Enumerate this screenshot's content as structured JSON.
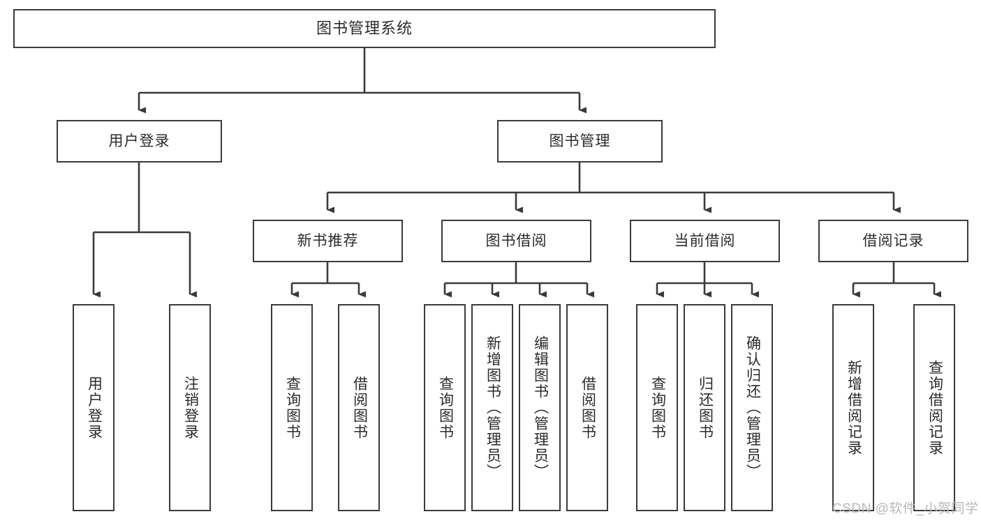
{
  "diagram": {
    "title": "图书管理系统",
    "type": "tree-structure-chart",
    "colors": {
      "box_border": "#3a3a3a",
      "box_fill": "#ffffff",
      "connector": "#3a3a3a",
      "text": "#2b2b2b",
      "watermark": "#b9b9b9"
    },
    "levels": {
      "root": {
        "label": "图书管理系统"
      },
      "level2": [
        {
          "id": "user-login",
          "label": "用户登录"
        },
        {
          "id": "book-management",
          "label": "图书管理"
        }
      ],
      "level3": [
        {
          "id": "new-book-recommend",
          "label": "新书推荐",
          "parent": "book-management"
        },
        {
          "id": "book-borrow",
          "label": "图书借阅",
          "parent": "book-management"
        },
        {
          "id": "current-borrow",
          "label": "当前借阅",
          "parent": "book-management"
        },
        {
          "id": "borrow-record",
          "label": "借阅记录",
          "parent": "book-management"
        }
      ],
      "leaves": [
        {
          "id": "leaf-user-login",
          "label": "用户登录",
          "parent": "user-login"
        },
        {
          "id": "leaf-logout-login",
          "label": "注销登录",
          "parent": "user-login"
        },
        {
          "id": "leaf-query-book-1",
          "label": "查询图书",
          "parent": "new-book-recommend"
        },
        {
          "id": "leaf-borrow-book-1",
          "label": "借阅图书",
          "parent": "new-book-recommend"
        },
        {
          "id": "leaf-query-book-2",
          "label": "查询图书",
          "parent": "book-borrow"
        },
        {
          "id": "leaf-add-book",
          "label": "新增图书（管理员）",
          "parent": "book-borrow"
        },
        {
          "id": "leaf-edit-book",
          "label": "编辑图书（管理员）",
          "parent": "book-borrow"
        },
        {
          "id": "leaf-borrow-book-2",
          "label": "借阅图书",
          "parent": "book-borrow"
        },
        {
          "id": "leaf-query-book-3",
          "label": "查询图书",
          "parent": "current-borrow"
        },
        {
          "id": "leaf-return-book",
          "label": "归还图书",
          "parent": "current-borrow"
        },
        {
          "id": "leaf-confirm-return",
          "label": "确认归还（管理员）",
          "parent": "current-borrow"
        },
        {
          "id": "leaf-add-record",
          "label": "新增借阅记录",
          "parent": "borrow-record"
        },
        {
          "id": "leaf-query-record",
          "label": "查询借阅记录",
          "parent": "borrow-record"
        }
      ]
    },
    "watermark": "CSDN @软件_小贺同学"
  }
}
